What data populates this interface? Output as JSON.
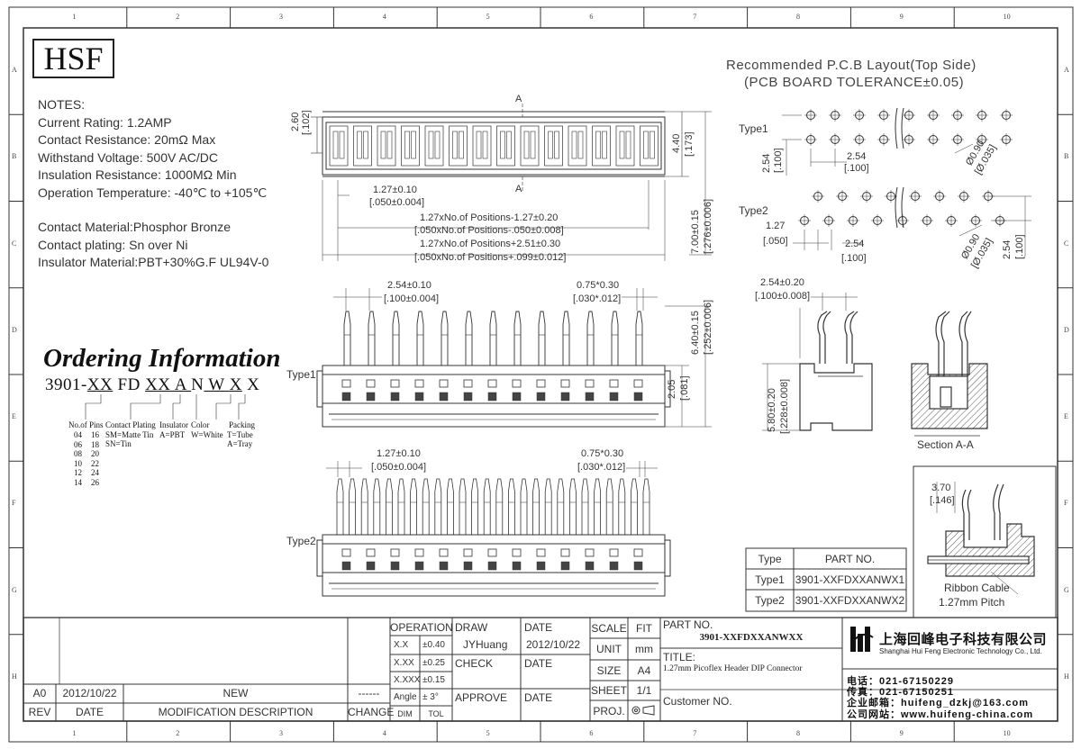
{
  "frame": {
    "col_labels": [
      "1",
      "2",
      "3",
      "4",
      "5",
      "6",
      "7",
      "8",
      "9",
      "10"
    ],
    "row_labels": [
      "A",
      "B",
      "C",
      "D",
      "E",
      "F",
      "G",
      "H"
    ]
  },
  "logo": {
    "text": "HSF"
  },
  "notes": {
    "heading": "NOTES:",
    "lines": [
      "Current Rating: 1.2AMP",
      "Contact Resistance: 20mΩ Max",
      "Withstand Voltage: 500V AC/DC",
      "Insulation Resistance: 1000MΩ Min",
      "Operation Temperature: -40℃ to +105℃"
    ],
    "material_lines": [
      "Contact Material:Phosphor Bronze",
      "Contact plating: Sn over Ni",
      "Insulator Material:PBT+30%G.F UL94V-0"
    ]
  },
  "ordering": {
    "title": "Ordering Information",
    "code_parts": [
      "3901-",
      "XX",
      " FD ",
      "XX",
      " A ",
      "N",
      " W ",
      "X",
      " X"
    ],
    "pins_heading": "No.of Pins",
    "pins_col1": [
      "04",
      "06",
      "08",
      "10",
      "12",
      "14"
    ],
    "pins_col2": [
      "16",
      "18",
      "20",
      "22",
      "24",
      "26"
    ],
    "plating_heading": "Contact Plating",
    "plating_lines": [
      "SM=Matte Tin",
      "SN=Tin"
    ],
    "insulator_heading": "Insulator",
    "insulator_lines": [
      "A=PBT"
    ],
    "color_heading": "Color",
    "color_lines": [
      "W=White"
    ],
    "packing_heading": "Packing",
    "packing_lines": [
      "T=Tube",
      "A=Tray"
    ]
  },
  "pcb_layout": {
    "title": "Recommended P.C.B Layout(Top Side)",
    "subtitle": "(PCB BOARD TOLERANCE±0.05)",
    "type1_label": "Type1",
    "type2_label": "Type2",
    "t1_dims": {
      "v_pitch": "2.54",
      "v_pitch_in": "[.100]",
      "h_pitch": "2.54",
      "h_pitch_in": "[.100]",
      "hole": "Ø0.90",
      "hole_in": "[Ø.035]"
    },
    "t2_dims": {
      "offset": "1.27",
      "offset_in": "[.050]",
      "h_pitch": "2.54",
      "h_pitch_in": "[.100]",
      "hole": "Ø0.90",
      "hole_in": "[Ø.035]",
      "v_pitch": "2.54",
      "v_pitch_in": "[.100]"
    }
  },
  "top_view": {
    "section_mark": "A",
    "h_left": "2.60",
    "h_left_in": "[.102]",
    "h_right": "4.40",
    "h_right_in": "[.173]",
    "pitch": "1.27±0.10",
    "pitch_in": "[.050±0.004]",
    "dim1": "1.27xNo.of Positions-1.27±0.20",
    "dim1_in": "[.050xNo.of Positions-.050±0.008]",
    "dim2": "1.27xNo.of Positions+2.51±0.30",
    "dim2_in": "[.050xNo.of Positions+.099±0.012]",
    "overall_h": "7.00±0.15",
    "overall_h_in": "[.276±0.006]"
  },
  "side_type1": {
    "label": "Type1",
    "pitch": "2.54±0.10",
    "pitch_in": "[.100±0.004]",
    "pin": "0.75*0.30",
    "pin_in": "[.030*.012]",
    "h1": "6.40±0.15",
    "h1_in": "[.252±0.006]",
    "h2": "2.05",
    "h2_in": "[.081]"
  },
  "side_type2": {
    "label": "Type2",
    "pitch": "1.27±0.10",
    "pitch_in": "[.050±0.004]",
    "pin": "0.75*0.30",
    "pin_in": "[.030*.012]"
  },
  "end_view": {
    "w": "2.54±0.20",
    "w_in": "[.100±0.008]",
    "h": "5.80±0.20",
    "h_in": "[.228±0.008]",
    "section_label": "Section A-A"
  },
  "cable_view": {
    "dim": "3.70",
    "dim_in": "[.146]",
    "cable_label": "Ribbon Cable",
    "pitch_label": "1.27mm Pitch"
  },
  "part_table": {
    "headers": [
      "Type",
      "PART NO."
    ],
    "rows": [
      [
        "Type1",
        "3901-XXFDXXANWX1"
      ],
      [
        "Type2",
        "3901-XXFDXXANWX2"
      ]
    ]
  },
  "title_block": {
    "rev_row": {
      "rev": "A0",
      "date": "2012/10/22",
      "desc": "NEW",
      "change": "------"
    },
    "rev_headers": {
      "rev": "REV",
      "date": "DATE",
      "desc": "MODIFICATION DESCRIPTION",
      "change": "CHANGE"
    },
    "operation": "OPERATION",
    "tolerances": [
      [
        "X.X",
        "±0.40"
      ],
      [
        "X.XX",
        "±0.25"
      ],
      [
        "X.XXX",
        "±0.15"
      ],
      [
        "Angle",
        "± 3°"
      ]
    ],
    "dim_tol": [
      "DIM",
      "TOL"
    ],
    "draw_label": "DRAW",
    "draw_name": "JYHuang",
    "check_label": "CHECK",
    "approve_label": "APPROVE",
    "date_label": "DATE",
    "date_value": "2012/10/22",
    "scale_label": "SCALE",
    "fit_value": "FIT",
    "unit_label": "UNIT",
    "unit_value": "mm",
    "size_label": "SIZE",
    "size_value": "A4",
    "sheet_label": "SHEET",
    "sheet_value": "1/1",
    "proj_label": "PROJ.",
    "partno_label": "PART NO.",
    "partno_value": "3901-XXFDXXANWXX",
    "title_label": "TITLE:",
    "title_value": "1.27mm Picoflex Header DIP Connector",
    "customer_label": "Customer NO.",
    "company_cn": "上海回峰电子科技有限公司",
    "company_en": "Shanghai Hui Feng Electronic Technology Co., Ltd.",
    "tel": "电话：021-67150229",
    "fax": "传真：021-67150251",
    "email": "企业邮箱：huifeng_dzkj@163.com",
    "web": "公司网站：www.huifeng-china.com"
  }
}
